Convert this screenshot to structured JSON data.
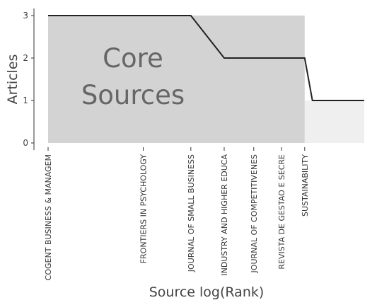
{
  "chart_data": {
    "type": "line",
    "xlabel": "Source log(Rank)",
    "ylabel": "Articles",
    "ylim": [
      0,
      3
    ],
    "yticks": [
      0,
      1,
      2,
      3
    ],
    "x_scale": "log",
    "x_range_rank": [
      1,
      100
    ],
    "categories": [
      "COGENT BUSINESS & MANAGEM",
      "FRONTIERS IN PSYCHOLOGY",
      "JOURNAL OF SMALL BUSINESS",
      "INDUSTRY AND HIGHER EDUCA",
      "JOURNAL OF COMPETITIVENES",
      "REVISTA DE GESTAO E SECRE",
      "SUSTAINABILITY"
    ],
    "category_ranks": [
      1,
      4,
      8,
      13,
      20,
      30,
      42
    ],
    "series": [
      {
        "x": [
          1,
          8,
          13,
          42,
          47,
          100
        ],
        "y": [
          3,
          3,
          2,
          2,
          1,
          1
        ]
      }
    ],
    "core_zone": {
      "label_line1": "Core",
      "label_line2": "Sources",
      "rank_end": 42,
      "height": 3
    },
    "tail_zone": {
      "rank_start": 42,
      "rank_end": 100,
      "height": 1
    },
    "colors": {
      "core_fill": "#d3d3d3",
      "tail_fill": "#efefef",
      "line": "#222222",
      "core_text": "#666666"
    }
  }
}
